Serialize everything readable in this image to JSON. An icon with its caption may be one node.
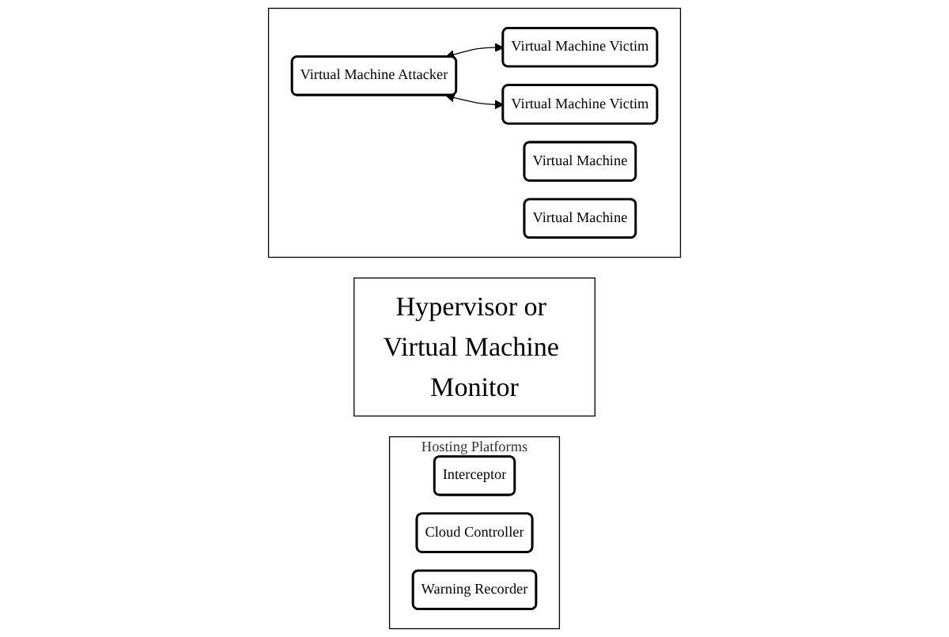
{
  "diagram": {
    "nodes": [
      {
        "text": [],
        "shape": "box"
      },
      {
        "text": [
          "Virtual Machine Victim"
        ],
        "in": 0
      },
      {
        "text": [
          "Virtual Machine Attacker"
        ],
        "in": 0
      },
      {
        "text": [
          "Virtual Machine"
        ],
        "in": 0
      },
      {
        "text": [
          "Virtual Machine Victim"
        ],
        "in": 0
      },
      {
        "text": [
          "Virtual Machine"
        ],
        "in": 0
      },
      {
        "text": [
          "Hypervisor or Virtual Machine Monitor"
        ]
      },
      {
        "text": [
          "Hosting Platforms"
        ]
      },
      {
        "text": [
          "Interceptor"
        ],
        "in": 7
      },
      {
        "text": [
          "Cloud Controller"
        ],
        "in": 7
      },
      {
        "text": [
          "Warning Recorder"
        ],
        "in": 7
      }
    ],
    "edges": [
      {
        "from": 2,
        "to": 1,
        "arrow": "both"
      },
      {
        "from": 2,
        "to": 4,
        "arrow": "both"
      }
    ]
  }
}
